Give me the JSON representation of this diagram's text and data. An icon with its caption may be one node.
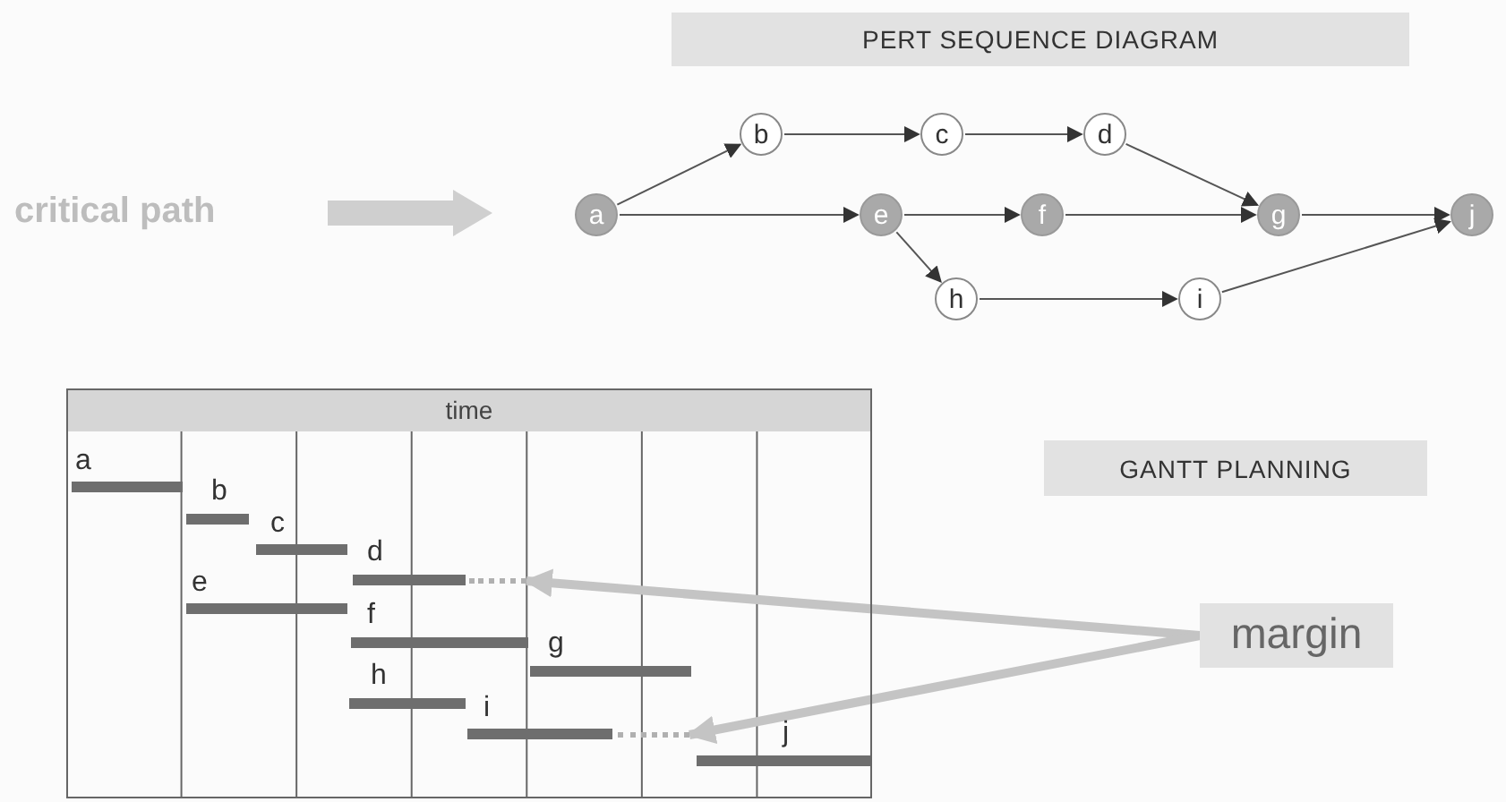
{
  "diagram": {
    "nodes": [
      {
        "text": [
          "a"
        ]
      },
      {
        "text": [
          "b"
        ]
      },
      {
        "text": [
          "c"
        ]
      },
      {
        "text": [
          "d"
        ]
      },
      {
        "text": [
          "e"
        ]
      },
      {
        "text": [
          "f"
        ]
      },
      {
        "text": [
          "g"
        ]
      },
      {
        "text": [
          "h"
        ]
      },
      {
        "text": [
          "i"
        ]
      },
      {
        "text": [
          "j"
        ]
      },
      {
        "text": [
          "time"
        ]
      },
      {
        "text": [
          "margin"
        ]
      },
      {
        "text": [],
        "shape": "bar",
        "in": 10
      },
      {
        "text": [],
        "shape": "bar",
        "in": 10
      }
    ],
    "edges": [
      {
        "from": 0,
        "to": 1,
        "arrow": "to"
      },
      {
        "from": 1,
        "to": 2,
        "arrow": "to"
      },
      {
        "from": 2,
        "to": 3,
        "arrow": "to"
      },
      {
        "from": 3,
        "to": 6,
        "arrow": "to"
      },
      {
        "from": 0,
        "to": 4,
        "arrow": "to"
      },
      {
        "from": 4,
        "to": 5,
        "arrow": "to"
      },
      {
        "from": 5,
        "to": 6,
        "arrow": "to"
      },
      {
        "from": 6,
        "to": 9,
        "arrow": "to"
      },
      {
        "from": 4,
        "to": 7,
        "arrow": "to"
      },
      {
        "from": 7,
        "to": 8,
        "arrow": "to"
      },
      {
        "from": 8,
        "to": 9,
        "arrow": "to"
      },
      {
        "from": 11,
        "to": 12,
        "arrow": "to",
        "style": "thick",
        "color": "#c4c4c4"
      },
      {
        "from": 11,
        "to": 13,
        "arrow": "to",
        "style": "thick",
        "color": "#c4c4c4"
      }
    ],
    "labels": [
      "PERT SEQUENCE DIAGRAM",
      "GANTT PLANNING",
      "a",
      "b",
      "c",
      "d",
      "e",
      "f",
      "g",
      "h",
      "i",
      "j"
    ],
    "legend": [
      {
        "text": "critical path",
        "color": "#cfcfcf"
      }
    ]
  }
}
